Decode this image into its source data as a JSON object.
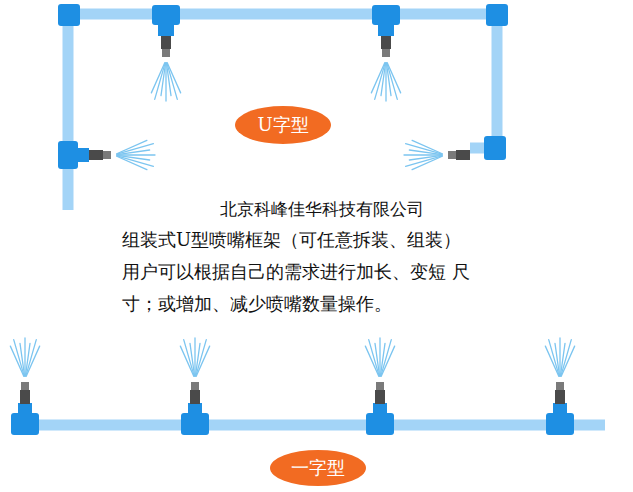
{
  "diagram": {
    "nodes": [
      {
        "text": [
          "U字型"
        ]
      },
      {
        "text": [
          "一字型"
        ]
      }
    ],
    "labels": [
      "北京科峰佳华科技有限公司",
      "组装式U型喷嘴框架（可任意拆装、组装） 用户可以根据自己的需求进行加长、变短 尺寸；或增加、减少喷嘴数量操作。"
    ]
  }
}
